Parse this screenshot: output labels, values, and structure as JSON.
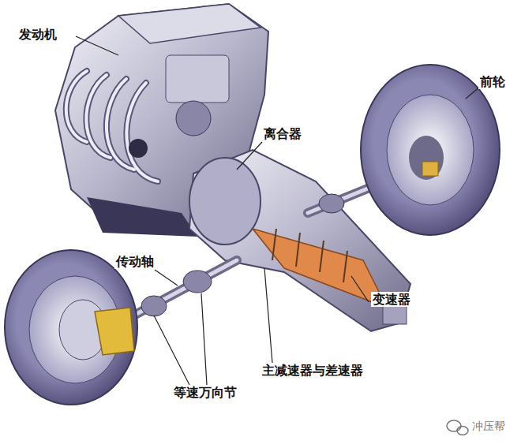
{
  "diagram": {
    "labels": [
      "发动机",
      "前轮",
      "离合器",
      "传动轴",
      "变速器",
      "主减速器与差速器",
      "等速万向节",
      "冲压帮"
    ]
  }
}
